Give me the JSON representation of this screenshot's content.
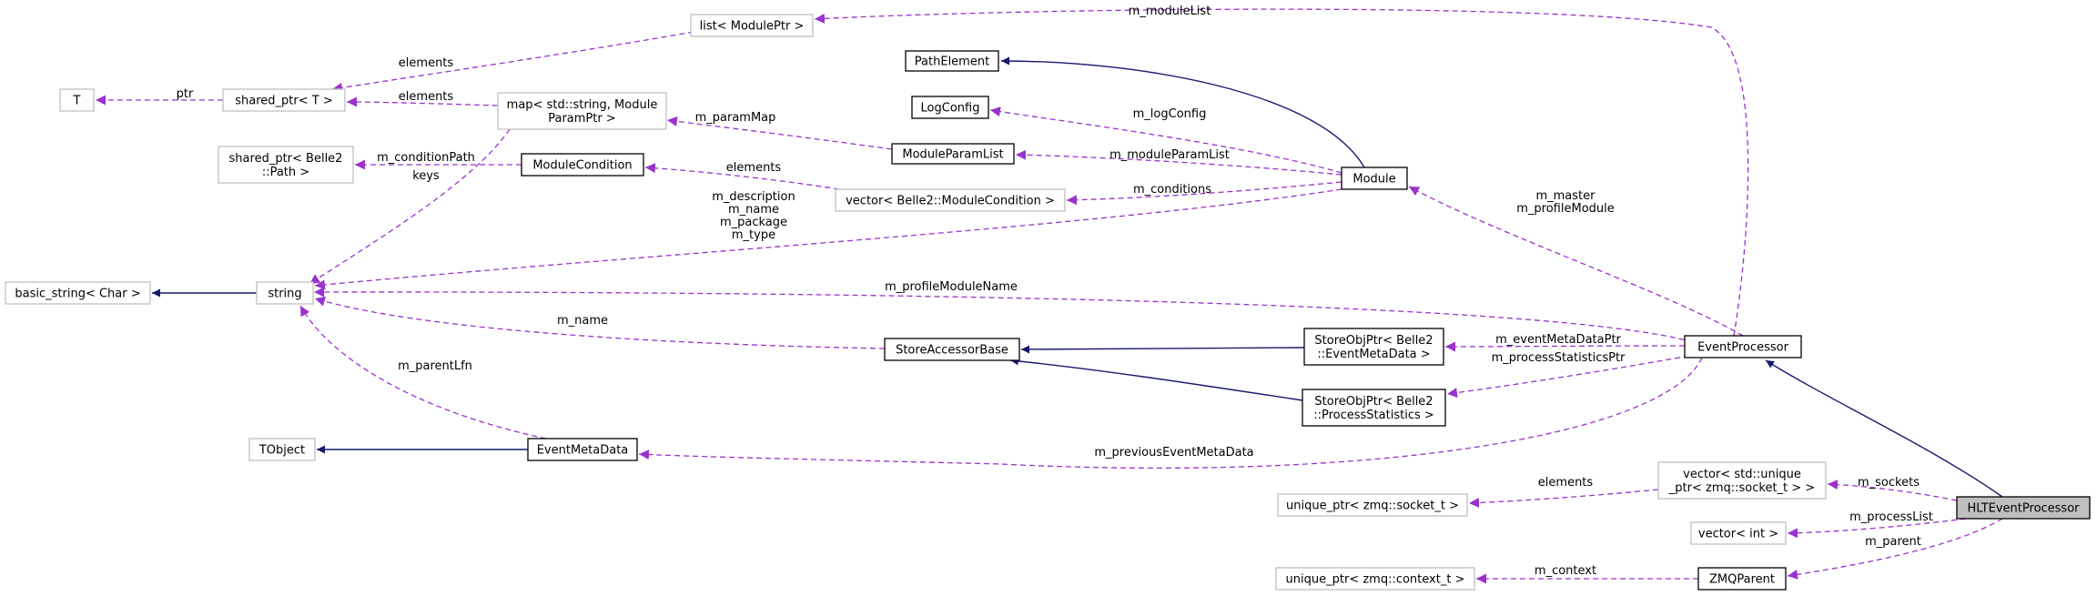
{
  "nodes": {
    "hlt": {
      "label": [
        "HLTEventProcessor"
      ],
      "style": "selected"
    },
    "eventproc": {
      "label": [
        "EventProcessor"
      ],
      "style": "solid"
    },
    "module": {
      "label": [
        "Module"
      ],
      "style": "solid"
    },
    "pathelement": {
      "label": [
        "PathElement"
      ],
      "style": "solid"
    },
    "logconfig": {
      "label": [
        "LogConfig"
      ],
      "style": "solid"
    },
    "moduleparamlist": {
      "label": [
        "ModuleParamList"
      ],
      "style": "solid"
    },
    "modulecondition": {
      "label": [
        "ModuleCondition"
      ],
      "style": "solid"
    },
    "vecmodcond": {
      "label": [
        "vector< Belle2::ModuleCondition >"
      ],
      "style": "gray"
    },
    "mapstring": {
      "label": [
        "map< std::string, Module",
        "ParamPtr >"
      ],
      "style": "gray"
    },
    "listmod": {
      "label": [
        "list< ModulePtr >"
      ],
      "style": "gray"
    },
    "sharedptrT": {
      "label": [
        "shared_ptr< T >"
      ],
      "style": "gray"
    },
    "T": {
      "label": [
        "T"
      ],
      "style": "gray"
    },
    "sharedpath": {
      "label": [
        "shared_ptr< Belle2",
        "::Path >"
      ],
      "style": "gray"
    },
    "basicstring": {
      "label": [
        "basic_string< Char >"
      ],
      "style": "gray"
    },
    "string": {
      "label": [
        "string"
      ],
      "style": "gray"
    },
    "storeaccessor": {
      "label": [
        "StoreAccessorBase"
      ],
      "style": "solid"
    },
    "storeobjemd": {
      "label": [
        "StoreObjPtr< Belle2",
        "::EventMetaData >"
      ],
      "style": "solid"
    },
    "storeobjps": {
      "label": [
        "StoreObjPtr< Belle2",
        "::ProcessStatistics >"
      ],
      "style": "solid"
    },
    "tobject": {
      "label": [
        "TObject"
      ],
      "style": "gray"
    },
    "eventmetadata": {
      "label": [
        "EventMetaData"
      ],
      "style": "solid"
    },
    "vecsocket": {
      "label": [
        "vector< std::unique",
        "_ptr< zmq::socket_t > >"
      ],
      "style": "gray"
    },
    "uniqsocket": {
      "label": [
        "unique_ptr< zmq::socket_t >"
      ],
      "style": "gray"
    },
    "vecint": {
      "label": [
        "vector< int >"
      ],
      "style": "gray"
    },
    "zmqparent": {
      "label": [
        "ZMQParent"
      ],
      "style": "solid"
    },
    "uniqcontext": {
      "label": [
        "unique_ptr< zmq::context_t >"
      ],
      "style": "gray"
    }
  },
  "edges": [
    {
      "id": "hlt-eventproc",
      "from": "hlt",
      "to": "eventproc",
      "kind": "inheritance",
      "label": []
    },
    {
      "id": "eventproc-module",
      "from": "eventproc",
      "to": "module",
      "kind": "usage",
      "label": [
        "m_master",
        "m_profileModule"
      ]
    },
    {
      "id": "eventproc-listmod",
      "from": "eventproc",
      "to": "listmod",
      "kind": "usage",
      "label": [
        "m_moduleList"
      ]
    },
    {
      "id": "eventproc-string",
      "from": "eventproc",
      "to": "string",
      "kind": "usage",
      "label": [
        "m_profileModuleName"
      ]
    },
    {
      "id": "eventproc-storeobjemd",
      "from": "eventproc",
      "to": "storeobjemd",
      "kind": "usage",
      "label": [
        "m_eventMetaDataPtr"
      ]
    },
    {
      "id": "eventproc-storeobjps",
      "from": "eventproc",
      "to": "storeobjps",
      "kind": "usage",
      "label": [
        "m_processStatisticsPtr"
      ]
    },
    {
      "id": "eventproc-eventmetadata",
      "from": "eventproc",
      "to": "eventmetadata",
      "kind": "usage",
      "label": [
        "m_previousEventMetaData"
      ]
    },
    {
      "id": "module-pathelement",
      "from": "module",
      "to": "pathelement",
      "kind": "inheritance",
      "label": []
    },
    {
      "id": "module-logconfig",
      "from": "module",
      "to": "logconfig",
      "kind": "usage",
      "label": [
        "m_logConfig"
      ]
    },
    {
      "id": "module-moduleparamlist",
      "from": "module",
      "to": "moduleparamlist",
      "kind": "usage",
      "label": [
        "m_moduleParamList"
      ]
    },
    {
      "id": "module-vecmodcond",
      "from": "module",
      "to": "vecmodcond",
      "kind": "usage",
      "label": [
        "m_conditions"
      ]
    },
    {
      "id": "module-string",
      "from": "module",
      "to": "string",
      "kind": "usage",
      "label": [
        "m_description",
        "m_name",
        "m_package",
        "m_type"
      ]
    },
    {
      "id": "moduleparamlist-mapstring",
      "from": "moduleparamlist",
      "to": "mapstring",
      "kind": "usage",
      "label": [
        "m_paramMap"
      ]
    },
    {
      "id": "vecmodcond-modulecondition",
      "from": "vecmodcond",
      "to": "modulecondition",
      "kind": "usage",
      "label": [
        "elements"
      ]
    },
    {
      "id": "modulecondition-sharedpath",
      "from": "modulecondition",
      "to": "sharedpath",
      "kind": "usage",
      "label": [
        "m_conditionPath"
      ]
    },
    {
      "id": "mapstring-sharedptrT",
      "from": "mapstring",
      "to": "sharedptrT",
      "kind": "usage",
      "label": [
        "elements"
      ]
    },
    {
      "id": "mapstring-string",
      "from": "mapstring",
      "to": "string",
      "kind": "usage",
      "label": [
        "keys"
      ]
    },
    {
      "id": "listmod-sharedptrT",
      "from": "listmod",
      "to": "sharedptrT",
      "kind": "usage",
      "label": [
        "elements"
      ]
    },
    {
      "id": "sharedptrT-T",
      "from": "sharedptrT",
      "to": "T",
      "kind": "usage",
      "label": [
        "ptr"
      ]
    },
    {
      "id": "string-basicstring",
      "from": "string",
      "to": "basicstring",
      "kind": "inheritance",
      "label": []
    },
    {
      "id": "storeaccessor-string",
      "from": "storeaccessor",
      "to": "string",
      "kind": "usage",
      "label": [
        "m_name"
      ]
    },
    {
      "id": "storeobjemd-storeaccessor",
      "from": "storeobjemd",
      "to": "storeaccessor",
      "kind": "inheritance",
      "label": []
    },
    {
      "id": "storeobjps-storeaccessor",
      "from": "storeobjps",
      "to": "storeaccessor",
      "kind": "inheritance",
      "label": []
    },
    {
      "id": "eventmetadata-tobject",
      "from": "eventmetadata",
      "to": "tobject",
      "kind": "inheritance",
      "label": []
    },
    {
      "id": "eventmetadata-string",
      "from": "eventmetadata",
      "to": "string",
      "kind": "usage",
      "label": [
        "m_parentLfn"
      ]
    },
    {
      "id": "hlt-vecsocket",
      "from": "hlt",
      "to": "vecsocket",
      "kind": "usage",
      "label": [
        "m_sockets"
      ]
    },
    {
      "id": "vecsocket-uniqsocket",
      "from": "vecsocket",
      "to": "uniqsocket",
      "kind": "usage",
      "label": [
        "elements"
      ]
    },
    {
      "id": "hlt-vecint",
      "from": "hlt",
      "to": "vecint",
      "kind": "usage",
      "label": [
        "m_processList"
      ]
    },
    {
      "id": "hlt-zmqparent",
      "from": "hlt",
      "to": "zmqparent",
      "kind": "usage",
      "label": [
        "m_parent"
      ]
    },
    {
      "id": "zmqparent-uniqcontext",
      "from": "zmqparent",
      "to": "uniqcontext",
      "kind": "usage",
      "label": [
        "m_context"
      ]
    }
  ],
  "colors": {
    "inheritance_edge": "#191970",
    "usage_edge": "#9a32cd",
    "selected_fill": "#bfbfbf",
    "solid_border": "#000000",
    "gray_border": "#bfbfbf"
  }
}
